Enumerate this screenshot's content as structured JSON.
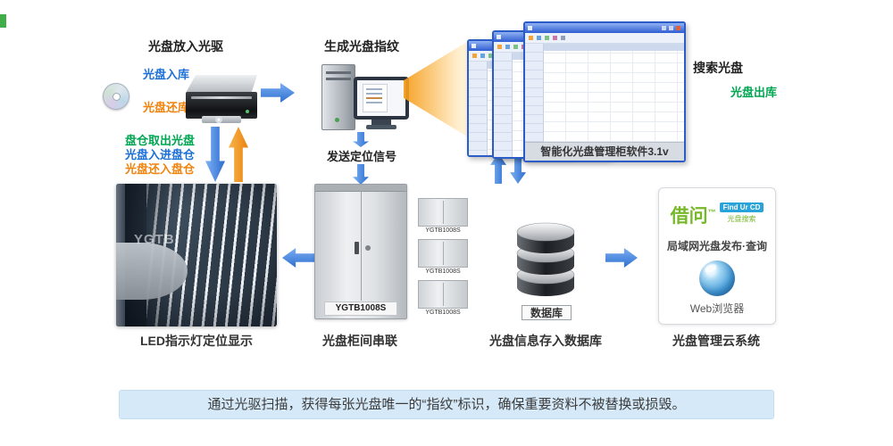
{
  "colors": {
    "accent_blue": "#2a6cce",
    "accent_orange": "#ef830e",
    "accent_green": "#00a651"
  },
  "titles": {
    "drive": "光盘放入光驱",
    "fingerprint": "生成光盘指纹",
    "search": "搜索光盘"
  },
  "labels": {
    "disc_in": "光盘入库",
    "disc_return": "光盘还库",
    "disc_out": "光盘出库",
    "mag_take": "盘仓取出光盘",
    "mag_in": "光盘入进盘仓",
    "mag_return": "光盘还入盘仓",
    "send_signal": "发送定位信号",
    "software_caption": "智能化光盘管理柜软件3.1v"
  },
  "bottom": {
    "led_caption": "LED指示灯定位显示",
    "led_watermark": "YGTB",
    "cabinet_model": "YGTB1008S",
    "cabinet_caption": "光盘柜间串联",
    "mini_cabinets": [
      "YGTB1008S",
      "YGTB1008S",
      "YGTB1008S"
    ],
    "database_label": "数据库",
    "database_caption": "光盘信息存入数据库",
    "cloud": {
      "brand": "借问",
      "tm": "™",
      "badge": "Find Ur CD",
      "sub": "光盘搜索",
      "desc": "局域网光盘发布·查询",
      "browser": "Web浏览器",
      "caption": "光盘管理云系统"
    }
  },
  "banner": "通过光驱扫描，获得每张光盘唯一的“指纹”标识，确保重要资料不被替换或损毁。"
}
